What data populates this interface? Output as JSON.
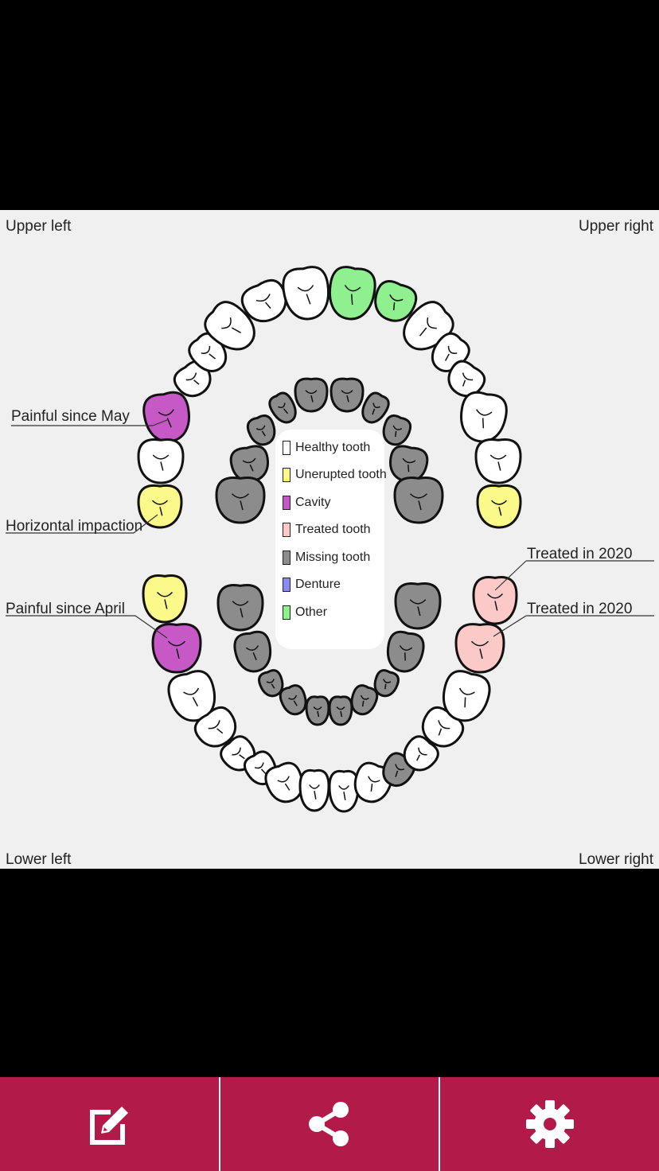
{
  "corners": {
    "upper_left": "Upper left",
    "upper_right": "Upper right",
    "lower_left": "Lower left",
    "lower_right": "Lower right"
  },
  "annotations": [
    {
      "id": "a1",
      "text": "Painful since May"
    },
    {
      "id": "a2",
      "text": "Horizontal impaction"
    },
    {
      "id": "a3",
      "text": "Painful since April"
    },
    {
      "id": "a4",
      "text": "Treated in 2020"
    },
    {
      "id": "a5",
      "text": "Treated in 2020"
    }
  ],
  "legend": [
    {
      "label": "Healthy tooth",
      "color": "#ffffff"
    },
    {
      "label": "Unerupted tooth",
      "color": "#fbf98a"
    },
    {
      "label": "Cavity",
      "color": "#c659c6"
    },
    {
      "label": "Treated tooth",
      "color": "#fcc9c9"
    },
    {
      "label": "Missing tooth",
      "color": "#8c8c8c"
    },
    {
      "label": "Denture",
      "color": "#8a8af2"
    },
    {
      "label": "Other",
      "color": "#8ef08e"
    }
  ],
  "colors": {
    "healthy": "#ffffff",
    "unerupted": "#fbf98a",
    "cavity": "#c659c6",
    "treated": "#fcc9c9",
    "missing": "#8c8c8c",
    "denture": "#8a8af2",
    "other": "#8ef08e",
    "toolbar": "#b21a4a"
  },
  "toolbar": {
    "buttons": [
      {
        "name": "edit-button",
        "icon": "edit-icon"
      },
      {
        "name": "share-button",
        "icon": "share-icon"
      },
      {
        "name": "settings-button",
        "icon": "gear-icon"
      }
    ]
  }
}
